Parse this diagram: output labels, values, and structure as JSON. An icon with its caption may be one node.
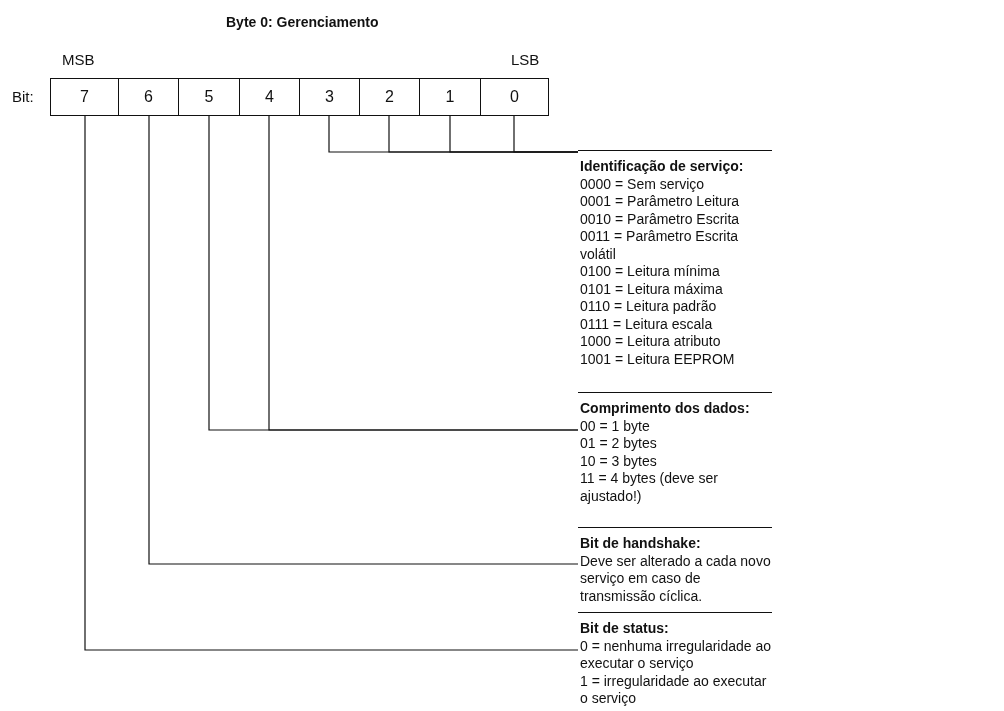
{
  "diagram": {
    "title": "Byte 0: Gerenciamento",
    "nodes": [
      {
        "text": [
          "7"
        ]
      },
      {
        "text": [
          "6"
        ]
      },
      {
        "text": [
          "5"
        ]
      },
      {
        "text": [
          "4"
        ]
      },
      {
        "text": [
          "3"
        ]
      },
      {
        "text": [
          "2"
        ]
      },
      {
        "text": [
          "1"
        ]
      },
      {
        "text": [
          "0"
        ]
      },
      {
        "text": [
          "Identificação de serviço:",
          "0000 = Sem serviço",
          "0001 = Parâmetro Leitura",
          "0010 = Parâmetro Escrita",
          "0011 = Parâmetro Escrita volátil",
          "0100 = Leitura mínima",
          "0101 = Leitura máxima",
          "0110 = Leitura padrão",
          "0111 = Leitura escala",
          "1000 = Leitura atributo",
          "1001 = Leitura EEPROM"
        ]
      },
      {
        "text": [
          "Comprimento dos dados:",
          "00 = 1 byte",
          "01 = 2 bytes",
          "10 = 3 bytes",
          "11 = 4 bytes (deve ser ajustado!)"
        ]
      },
      {
        "text": [
          "Bit de handshake:",
          "Deve ser alterado a cada novo serviço em caso de transmissão cíclica."
        ]
      },
      {
        "text": [
          "Bit de status:",
          "0 = nenhuma irregularidade ao executar o serviço",
          "1 = irregularidade ao executar o serviço"
        ]
      }
    ],
    "edges": [
      {
        "from": 4,
        "to": 8,
        "arrow": "none"
      },
      {
        "from": 5,
        "to": 8,
        "arrow": "none"
      },
      {
        "from": 6,
        "to": 8,
        "arrow": "none"
      },
      {
        "from": 7,
        "to": 8,
        "arrow": "none"
      },
      {
        "from": 2,
        "to": 9,
        "arrow": "none"
      },
      {
        "from": 3,
        "to": 9,
        "arrow": "none"
      },
      {
        "from": 1,
        "to": 10,
        "arrow": "none"
      },
      {
        "from": 0,
        "to": 11,
        "arrow": "none"
      }
    ],
    "labels": [
      "MSB",
      "LSB",
      "Bit:"
    ]
  }
}
